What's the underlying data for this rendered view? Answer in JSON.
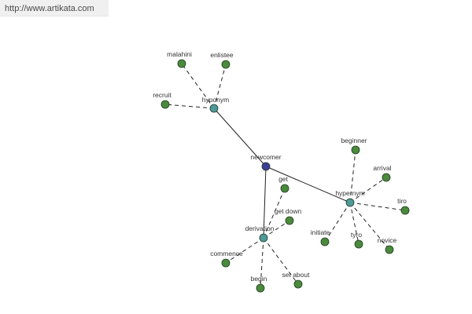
{
  "header": {
    "url": "http://www.artikata.com"
  },
  "colors": {
    "center": "#3b3f9a",
    "relation": "#4e9a9a",
    "leaf": "#4a8a3c",
    "edge": "#222222",
    "node_stroke": "#1f3a1f"
  },
  "graph": {
    "center": {
      "label": "newcomer"
    },
    "relations": [
      {
        "label": "hyponym",
        "words": [
          "malahini",
          "enlistee",
          "recruit"
        ]
      },
      {
        "label": "hypernym",
        "words": [
          "beginner",
          "arrival",
          "tiro",
          "novice",
          "tyro",
          "initiate"
        ]
      },
      {
        "label": "derivation",
        "words": [
          "get",
          "get down",
          "commence",
          "begin",
          "set about"
        ]
      }
    ]
  }
}
